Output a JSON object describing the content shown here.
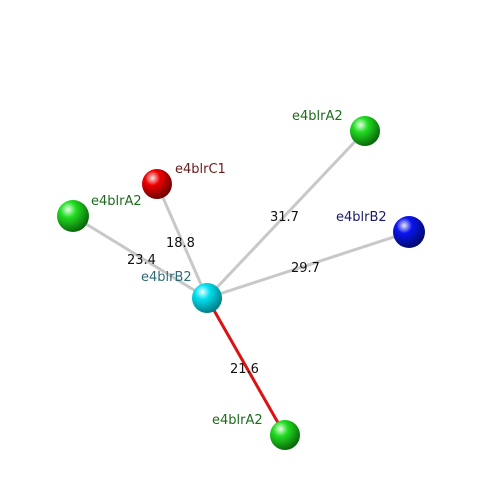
{
  "diagram": {
    "center": {
      "id": "center",
      "label": "e4blrB2",
      "color": "#00d8e6",
      "label_color": "#2e6b78"
    },
    "nodes": [
      {
        "id": "n1",
        "label": "e4blrA2",
        "color": "#22dd22",
        "label_color": "#1e6b1e"
      },
      {
        "id": "n2",
        "label": "e4blrC1",
        "color": "#ee0000",
        "label_color": "#6b1a1a"
      },
      {
        "id": "n3",
        "label": "e4blrA2",
        "color": "#22dd22",
        "label_color": "#1e6b1e"
      },
      {
        "id": "n4",
        "label": "e4blrB2",
        "color": "#0a14ee",
        "label_color": "#1a1a6b"
      },
      {
        "id": "n5",
        "label": "e4blrA2",
        "color": "#22dd22",
        "label_color": "#1e6b1e"
      }
    ],
    "edges": [
      {
        "from": "center",
        "to": "n1",
        "label": "23.4",
        "color": "#c8c8c8"
      },
      {
        "from": "center",
        "to": "n2",
        "label": "18.8",
        "color": "#c8c8c8"
      },
      {
        "from": "center",
        "to": "n3",
        "label": "31.7",
        "color": "#c8c8c8"
      },
      {
        "from": "center",
        "to": "n4",
        "label": "29.7",
        "color": "#c8c8c8"
      },
      {
        "from": "center",
        "to": "n5",
        "label": "21.6",
        "color": "#dd1111"
      }
    ]
  }
}
